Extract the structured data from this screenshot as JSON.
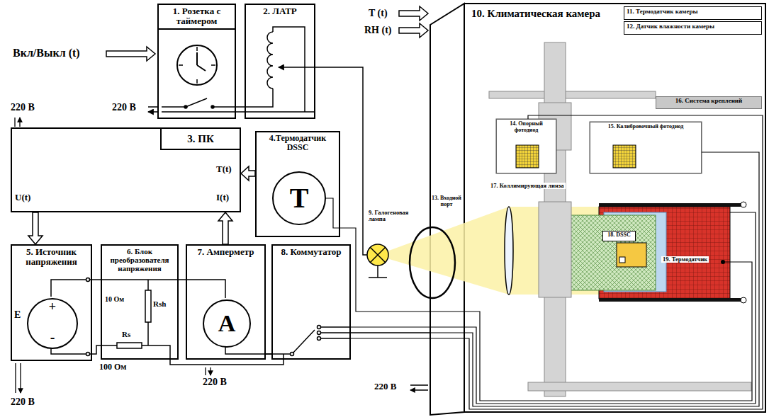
{
  "diagram": {
    "nodes": [
      {
        "text": [
          "1. Розетка с таймером"
        ]
      },
      {
        "text": [
          "2. ЛАТР"
        ]
      },
      {
        "text": [
          "3. ПК",
          "T(t)",
          "I(t)",
          "U(t)"
        ]
      },
      {
        "text": [
          "4.Термодатчик DSSC"
        ]
      },
      {
        "text": [
          "T"
        ],
        "in": 3
      },
      {
        "text": [
          "5. Источник напряжения",
          "E"
        ]
      },
      {
        "text": [
          "+",
          "-"
        ],
        "in": 5
      },
      {
        "text": [
          "6. Блок преобразователя напряжения",
          "10 Ом",
          "Rsh",
          "Rs"
        ]
      },
      {
        "text": [
          "7. Амперметр"
        ]
      },
      {
        "text": [
          "A"
        ],
        "in": 8
      },
      {
        "text": [
          "8. Коммутатор"
        ]
      },
      {
        "text": [
          "10. Климатическая камера"
        ]
      },
      {
        "text": [
          "11. Термодатчик камеры"
        ],
        "in": 11
      },
      {
        "text": [
          "12. Датчик влажности камеры"
        ],
        "in": 11
      },
      {
        "text": [
          "13. Входной порт"
        ],
        "in": 11
      },
      {
        "text": [
          "14. Опорный фотодиод"
        ],
        "in": 11
      },
      {
        "text": [
          "15. Калибровочный фотодиод"
        ],
        "in": 11
      },
      {
        "text": [
          "16. Система креплений"
        ],
        "in": 11
      },
      {
        "text": [
          "18. DSSC"
        ],
        "in": 11
      }
    ],
    "edges": [
      {
        "from": 0,
        "to": 1,
        "arrow": "none"
      },
      {
        "from": 3,
        "to": 2,
        "arrow": "to"
      },
      {
        "from": 2,
        "to": 5,
        "arrow": "to"
      },
      {
        "from": 8,
        "to": 2,
        "arrow": "to"
      },
      {
        "from": 5,
        "to": 7,
        "arrow": "none"
      },
      {
        "from": 7,
        "to": 8,
        "arrow": "none"
      },
      {
        "from": 7,
        "to": 10,
        "arrow": "none"
      },
      {
        "from": 8,
        "to": 10,
        "arrow": "none"
      },
      {
        "from": 10,
        "to": 11,
        "arrow": "none"
      }
    ],
    "labels": [
      "Вкл/Выкл (t)",
      "220 В",
      "220 В",
      "T (t)",
      "RH (t)",
      "9. Галогеновая лампа",
      "220 В",
      "100 Ом",
      "220 В",
      "220 В",
      "17. Коллимирующая линза",
      "19. Термодатчик"
    ]
  }
}
